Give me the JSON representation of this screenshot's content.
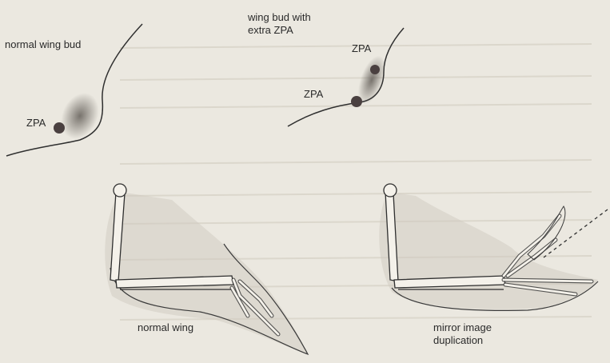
{
  "panels": {
    "normal_bud": {
      "label": "normal wing bud",
      "zpa_label": "ZPA"
    },
    "extra_zpa_bud": {
      "label_line1": "wing bud with",
      "label_line2": "extra ZPA",
      "zpa_upper_label": "ZPA",
      "zpa_lower_label": "ZPA"
    },
    "normal_wing": {
      "label": "normal wing"
    },
    "mirror_wing": {
      "label_line1": "mirror image",
      "label_line2": "duplication"
    }
  },
  "colors": {
    "background": "#ebe8e0",
    "outline": "#2f2f2f",
    "zpa_dot": "#4a4040",
    "wing_shadow": "#cfcac0",
    "bone_fill": "#f4f1ea"
  }
}
